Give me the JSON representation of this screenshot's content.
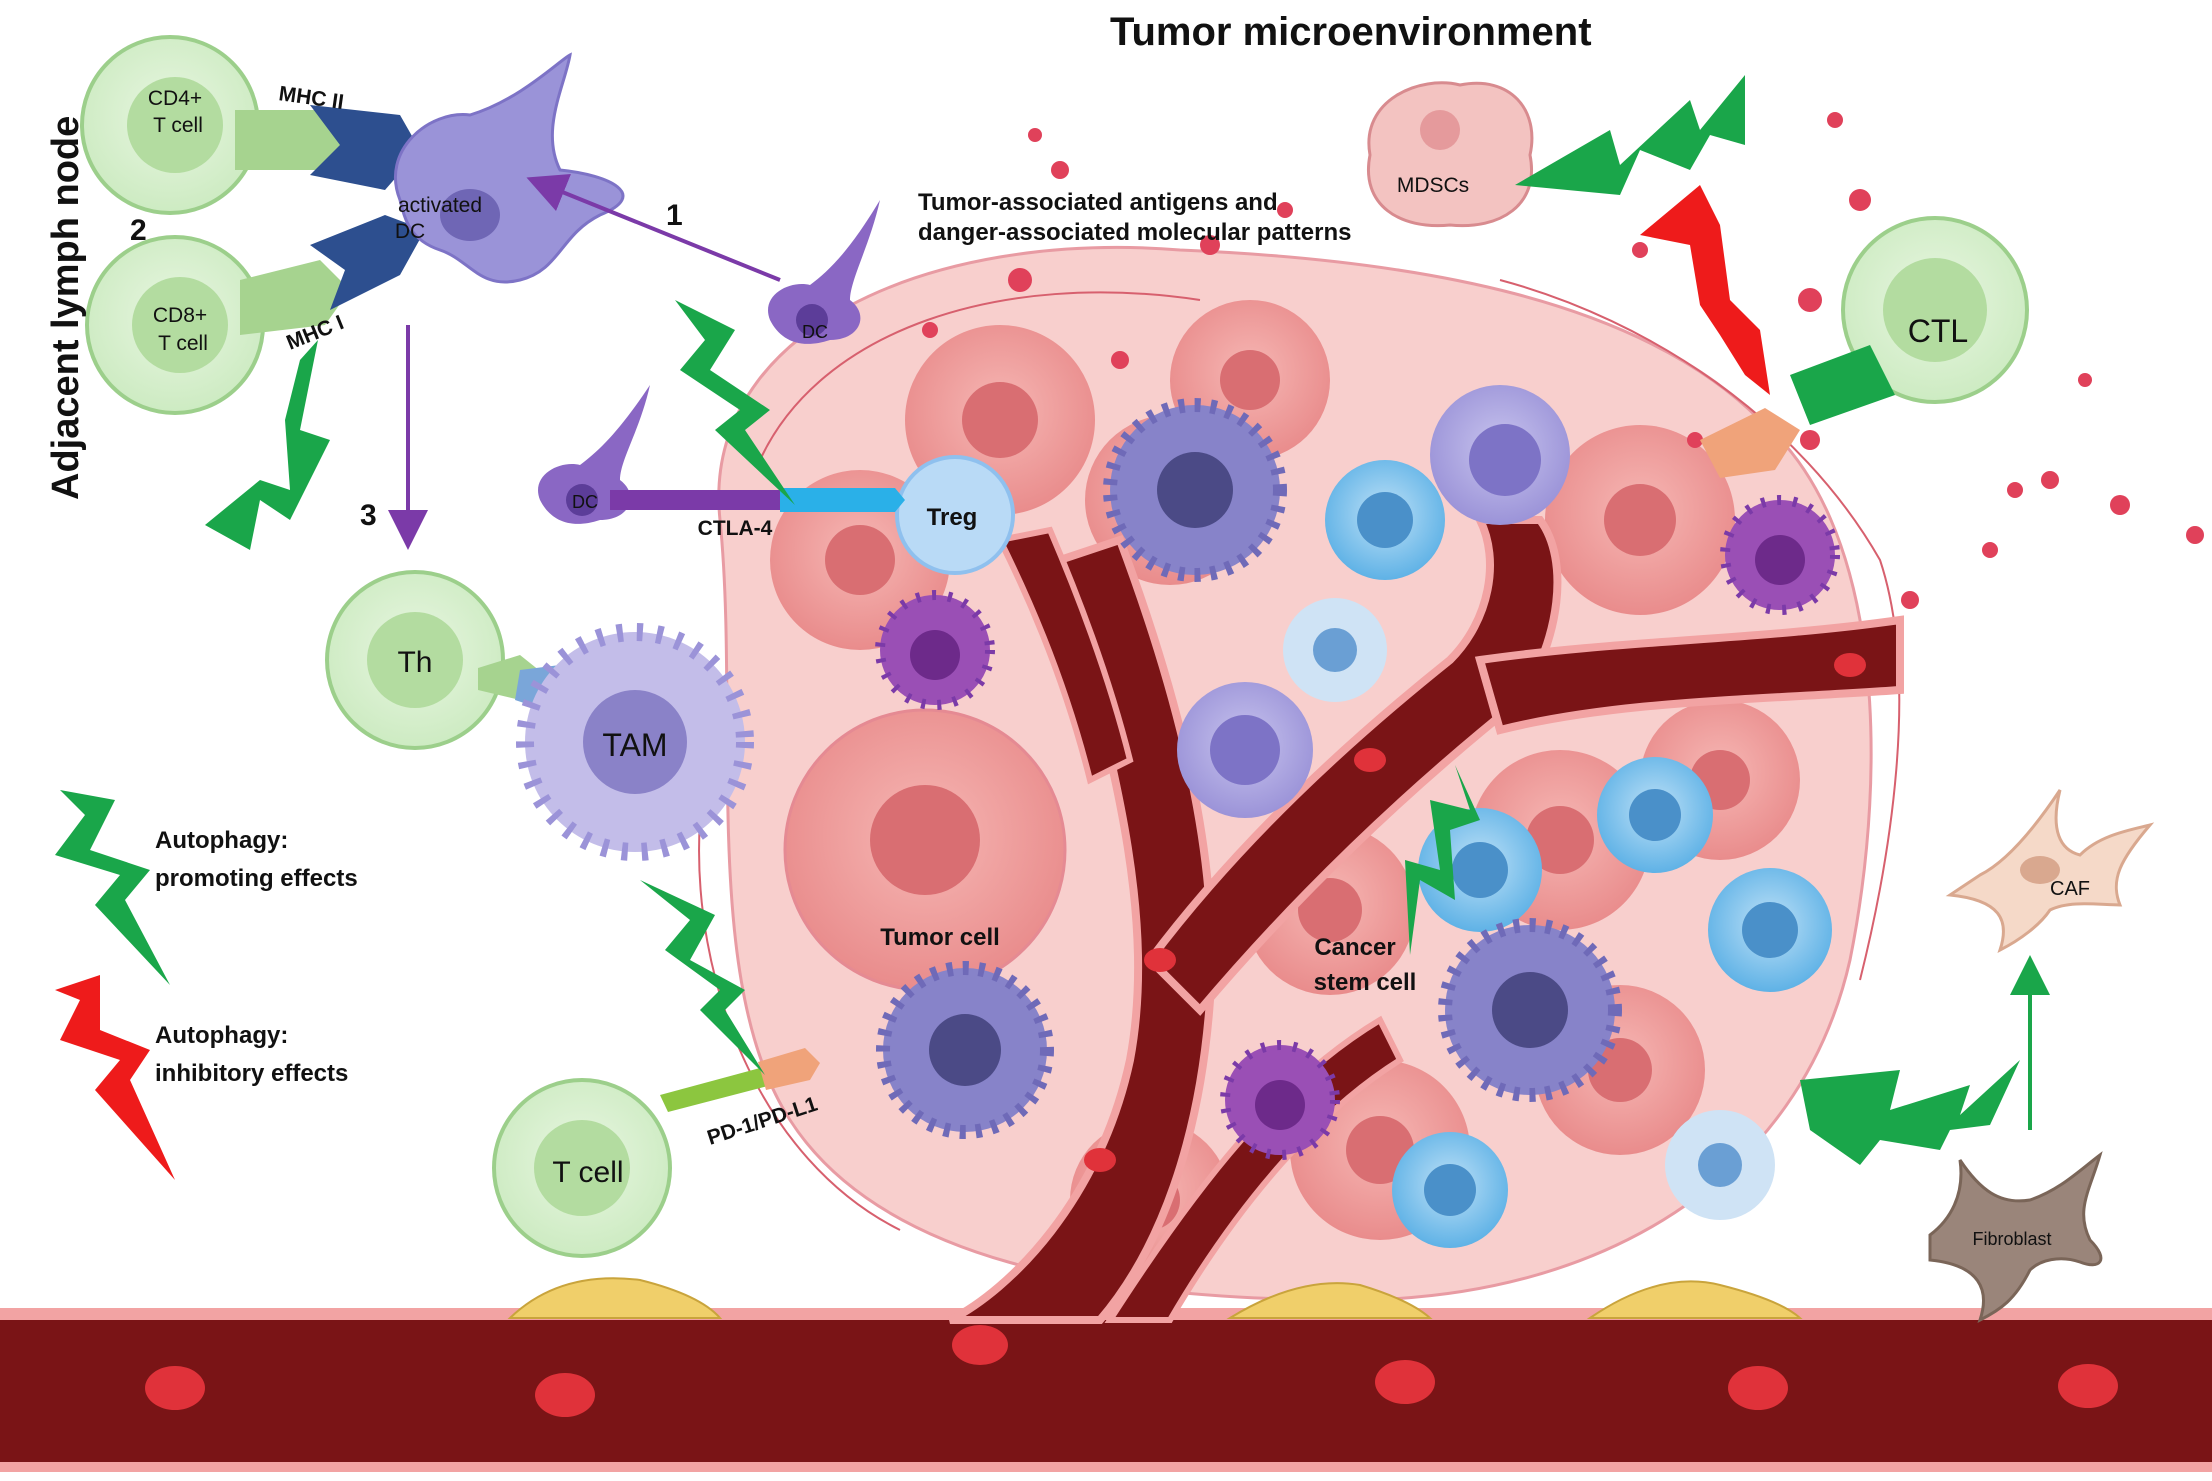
{
  "title": "Tumor microenvironment",
  "side_label": "Adjacent lymph node",
  "steps": {
    "one": "1",
    "two": "2",
    "three": "3"
  },
  "antigens_text": {
    "line1": "Tumor-associated antigens and",
    "line2": "danger-associated molecular patterns"
  },
  "cells": {
    "cd4": {
      "line1": "CD4+",
      "line2": "T cell"
    },
    "cd8": {
      "line1": "CD8+",
      "line2": "T cell"
    },
    "activated_dc": {
      "line1": "activated",
      "line2": "DC"
    },
    "dc_top": "DC",
    "dc_left": "DC",
    "th": "Th",
    "tam": "TAM",
    "treg": "Treg",
    "t_cell": "T cell",
    "ctl": "CTL",
    "mdscs": "MDSCs",
    "tumor_cell": "Tumor cell",
    "cancer_stem": {
      "line1": "Cancer",
      "line2": "stem cell"
    },
    "caf": "CAF",
    "fibroblast": "Fibroblast"
  },
  "molecules": {
    "mhc2": "MHC II",
    "mhc1": "MHC I",
    "ctla4": "CTLA-4",
    "pd1": "PD-1/PD-L1"
  },
  "legend": {
    "promoting": {
      "line1": "Autophagy:",
      "line2": "promoting effects"
    },
    "inhibitory": {
      "line1": "Autophagy:",
      "line2": "inhibitory effects"
    }
  },
  "colors": {
    "promote": "#1aa64a",
    "inhibit": "#ee1b1b",
    "arrow": "#7b3aa8",
    "vessel": "#7a1416",
    "tcell": "#d9f0d0",
    "tumor": "#f2a3a3"
  }
}
